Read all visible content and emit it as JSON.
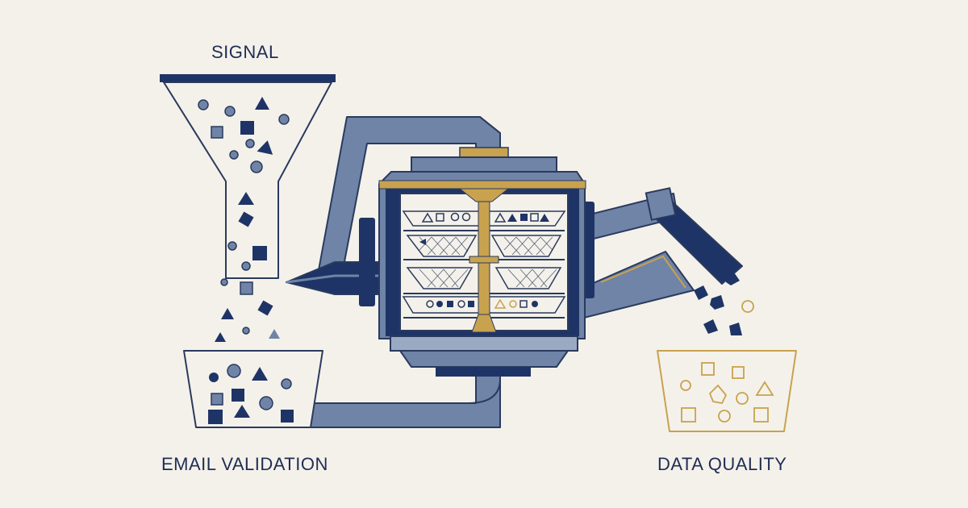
{
  "labels": {
    "signal": "SIGNAL",
    "email_validation": "EMAIL VALIDATION",
    "data_quality": "DATA QUALITY"
  },
  "colors": {
    "background": "#f4f1ea",
    "navy": "#1f3466",
    "steel": "#6f84a6",
    "steel_light": "#9aaac3",
    "gold": "#c8a24e",
    "outline": "#2a3a5e"
  },
  "icons": [
    "funnel-icon",
    "sorting-machine-icon",
    "input-bin-icon",
    "output-bin-icon",
    "pipe-icon",
    "chute-icon"
  ]
}
